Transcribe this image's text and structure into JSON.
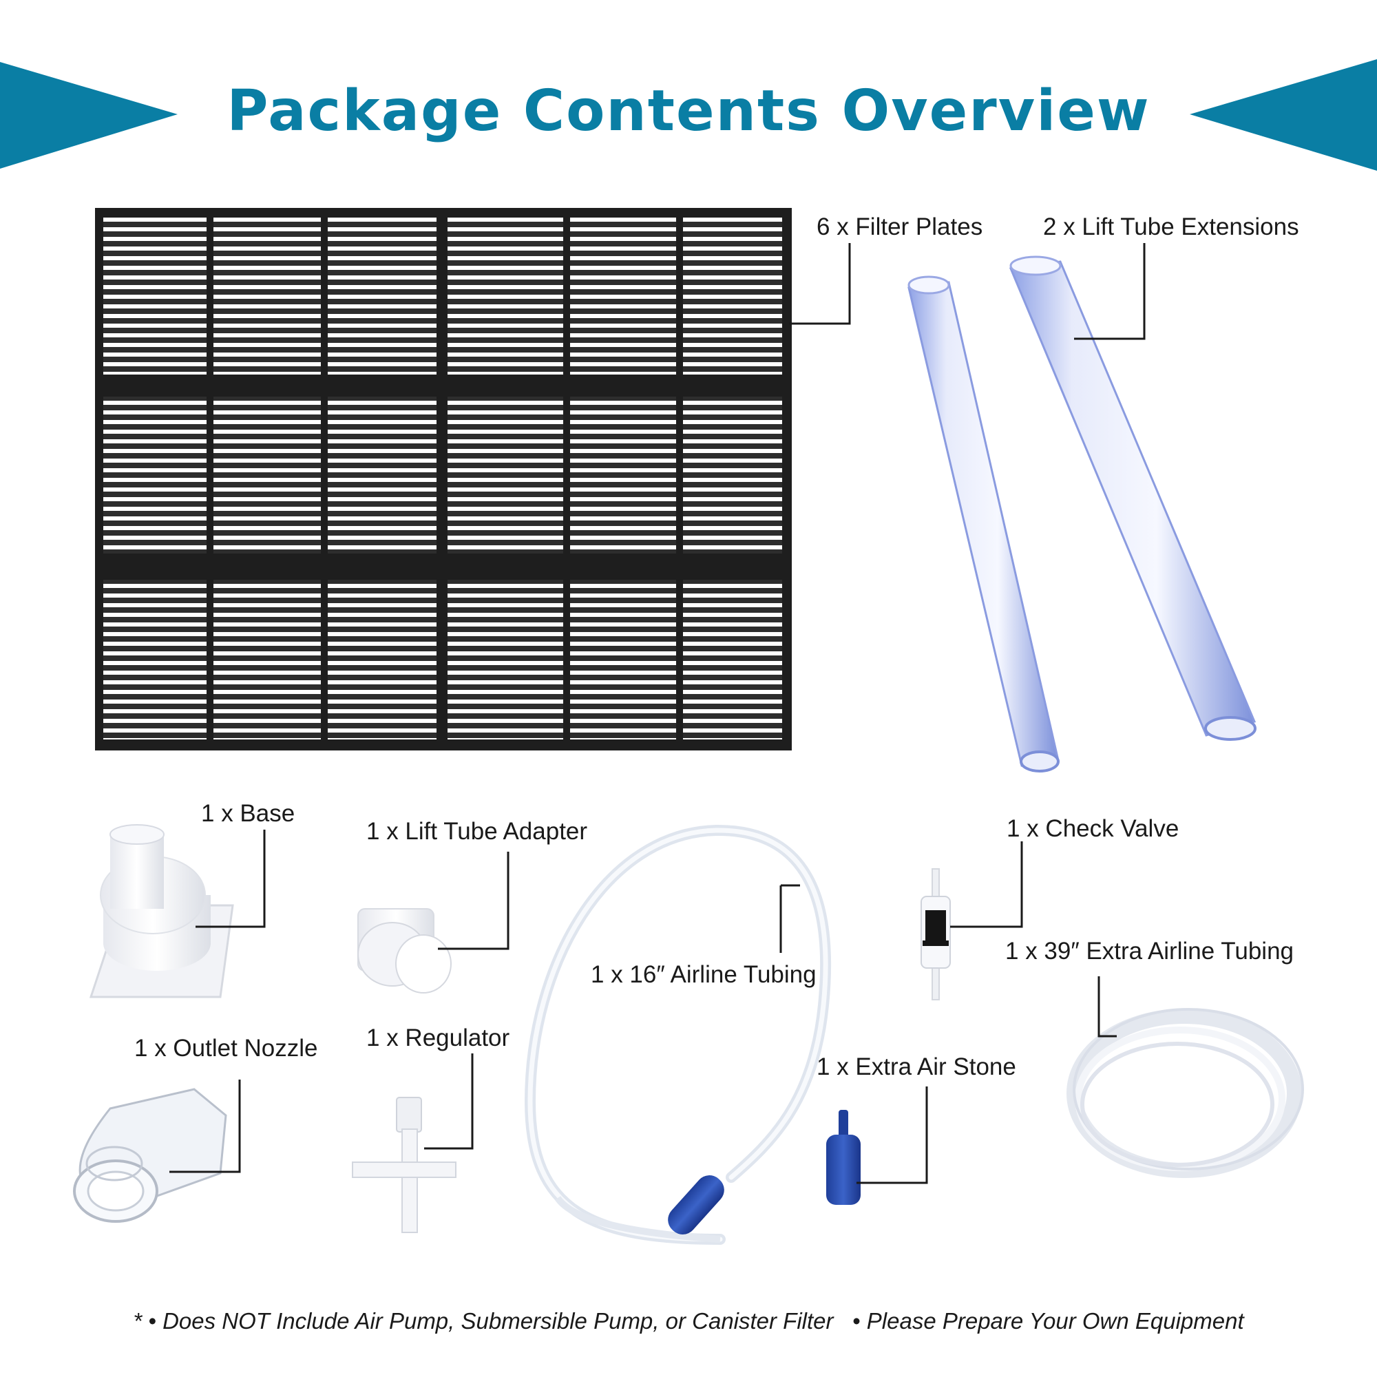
{
  "title": "Package Contents Overview",
  "accent_color": "#0a7ea4",
  "items": {
    "filter_plates": "6 x Filter Plates",
    "lift_tube_extensions": "2 x Lift Tube Extensions",
    "base": "1 x Base",
    "lift_tube_adapter": "1 x Lift Tube Adapter",
    "check_valve": "1 x Check Valve",
    "airline_tubing_16": "1 x 16″ Airline Tubing",
    "extra_airline_tubing_39": "1 x 39″ Extra Airline Tubing",
    "outlet_nozzle": "1 x Outlet Nozzle",
    "regulator": "1 x Regulator",
    "extra_air_stone": "1 x Extra Air Stone"
  },
  "footer": {
    "marker": "*",
    "note1": "• Does NOT Include Air Pump, Submersible Pump, or Canister Filter",
    "note2": "• Please Prepare Your Own Equipment"
  }
}
